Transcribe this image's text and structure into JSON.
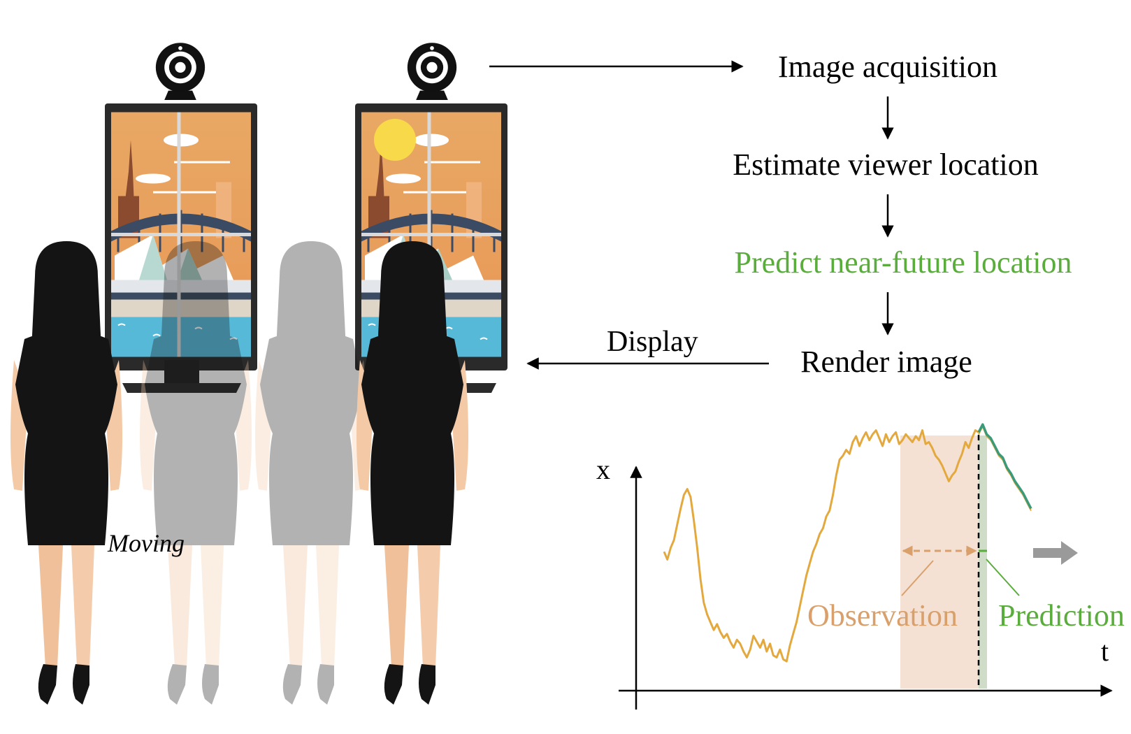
{
  "pipeline": {
    "steps": [
      {
        "id": "image-acquisition",
        "label": "Image acquisition"
      },
      {
        "id": "estimate-viewer-location",
        "label": "Estimate viewer location"
      },
      {
        "id": "predict-near-future-location",
        "label": "Predict near-future location",
        "color": "#5aad3c"
      },
      {
        "id": "render-image",
        "label": "Render image"
      }
    ],
    "display_label": "Display"
  },
  "scene": {
    "moving_label": "Moving",
    "icons": [
      "webcam-icon",
      "monitor-icon",
      "viewer-figure"
    ]
  },
  "chart_data": {
    "type": "line",
    "xlabel": "t",
    "ylabel": "x",
    "grid": false,
    "series": [
      {
        "id": "observed-trajectory",
        "color": "#e3a93e",
        "values": [
          0.56,
          0.52,
          0.58,
          0.62,
          0.7,
          0.78,
          0.85,
          0.88,
          0.84,
          0.72,
          0.58,
          0.42,
          0.3,
          0.24,
          0.2,
          0.16,
          0.19,
          0.15,
          0.12,
          0.14,
          0.1,
          0.07,
          0.11,
          0.09,
          0.05,
          0.02,
          0.06,
          0.13,
          0.1,
          0.07,
          0.11,
          0.05,
          0.09,
          0.03,
          0.02,
          0.06,
          0.01,
          0.0,
          0.08,
          0.14,
          0.2,
          0.28,
          0.36,
          0.44,
          0.5,
          0.56,
          0.6,
          0.65,
          0.68,
          0.74,
          0.77,
          0.85,
          0.95,
          1.03,
          1.05,
          1.08,
          1.06,
          1.12,
          1.15,
          1.1,
          1.14,
          1.17,
          1.13,
          1.16,
          1.18,
          1.14,
          1.1,
          1.16,
          1.12,
          1.15,
          1.17,
          1.11,
          1.13,
          1.16,
          1.14,
          1.12,
          1.15,
          1.13,
          1.18,
          1.11,
          1.12,
          1.09,
          1.05,
          1.03,
          1.0,
          0.96,
          0.92,
          0.95,
          0.97,
          1.02,
          1.06,
          1.12,
          1.09,
          1.14,
          1.18,
          1.17
        ]
      },
      {
        "id": "predicted-trajectory",
        "color": "#3a9a7a",
        "values": [
          1.17,
          1.21,
          1.16,
          1.14,
          1.1,
          1.06,
          1.04,
          0.99,
          0.96,
          0.92,
          0.89,
          0.86,
          0.82,
          0.78
        ]
      }
    ],
    "annotations": [
      {
        "id": "observation",
        "label": "Observation",
        "color": "#d9a06b"
      },
      {
        "id": "prediction",
        "label": "Prediction",
        "color": "#5aad3c"
      }
    ]
  }
}
